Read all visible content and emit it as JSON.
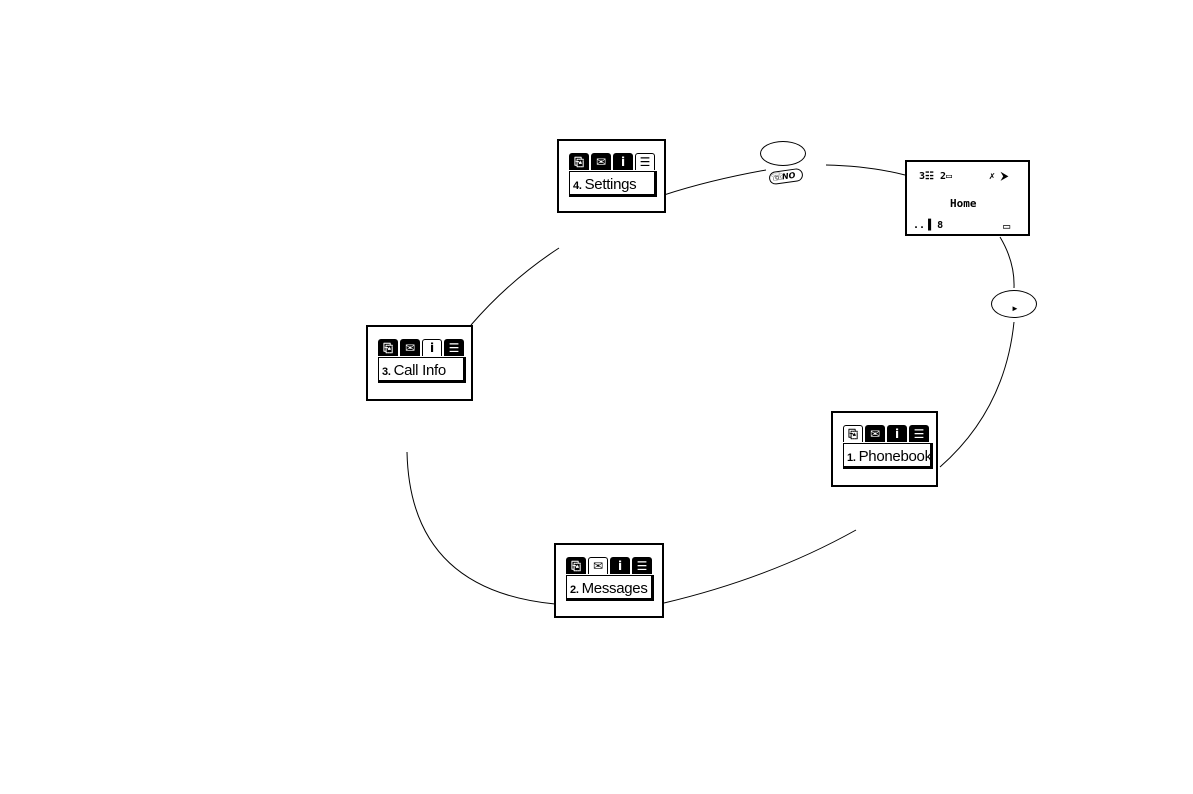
{
  "menus": [
    {
      "id": "settings",
      "number": "4.",
      "label": "Settings",
      "active_tab": 3
    },
    {
      "id": "callinfo",
      "number": "3.",
      "label": "Call Info",
      "active_tab": 2
    },
    {
      "id": "phonebook",
      "number": "1.",
      "label": "Phonebook",
      "active_tab": 0
    },
    {
      "id": "messages",
      "number": "2.",
      "label": "Messages",
      "active_tab": 1
    }
  ],
  "tab_icons": [
    "book-icon",
    "envelope-icon",
    "info-icon",
    "list-icon"
  ],
  "tab_glyphs": [
    "⎘",
    "✉",
    "i",
    "☰"
  ],
  "idle": {
    "top_left": "3☷ 2▭",
    "top_right": "✗ ⮞",
    "home": "Home",
    "signal": "..▐ 8",
    "battery": "▭"
  },
  "keys": {
    "no_label": "NO",
    "right_arrow": "►"
  }
}
